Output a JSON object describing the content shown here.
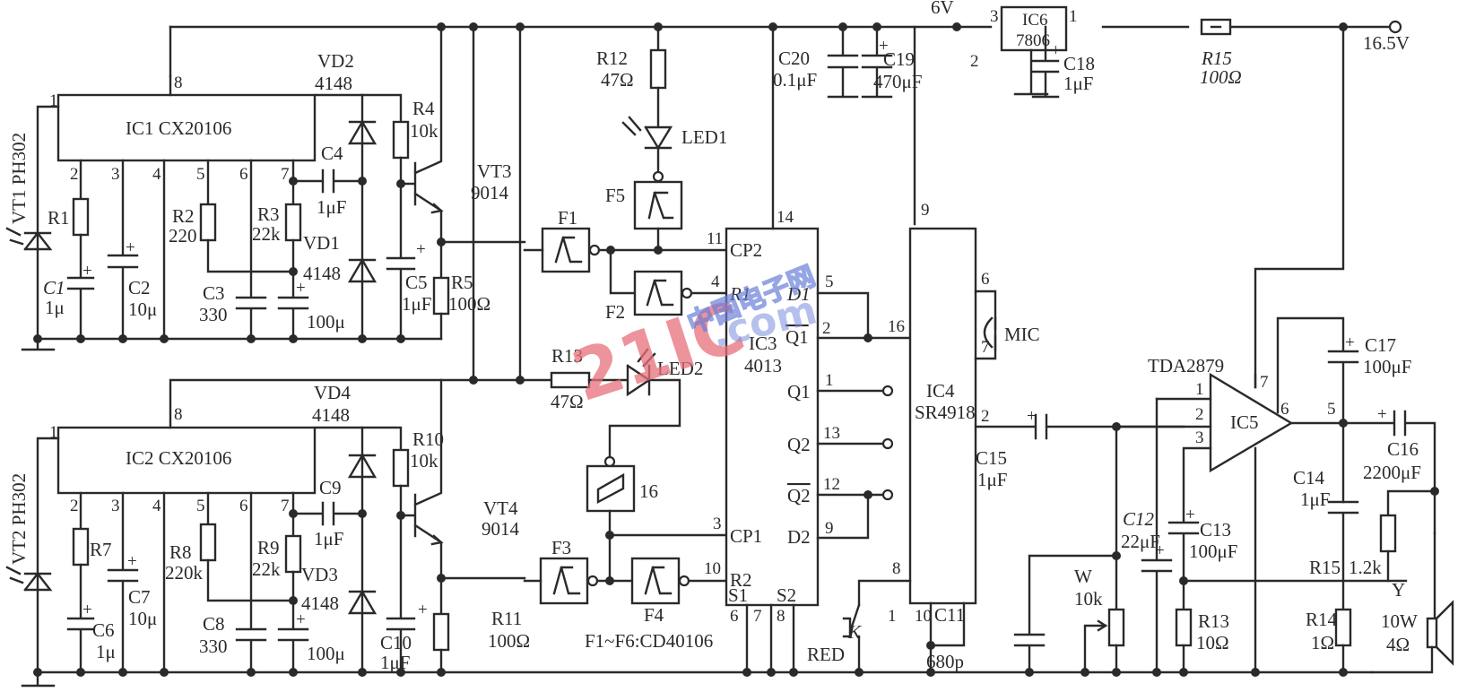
{
  "power": {
    "rail_6v": "6V",
    "input_voltage": "16.5V"
  },
  "ic1": {
    "name": "IC1 CX20106",
    "pins": [
      "1",
      "2",
      "3",
      "4",
      "5",
      "6",
      "7",
      "8"
    ]
  },
  "ic2": {
    "name": "IC2 CX20106",
    "pins": [
      "1",
      "2",
      "3",
      "4",
      "5",
      "6",
      "7",
      "8"
    ]
  },
  "ic3": {
    "name": "IC3",
    "part": "4013",
    "pins": {
      "p14": "14",
      "p11": "11",
      "p4": "4",
      "p5": "5",
      "p2": "2",
      "p1": "1",
      "p13": "13",
      "p12": "12",
      "p9": "9",
      "p3": "3",
      "p10": "10",
      "p6": "6",
      "p7": "7",
      "p8": "8"
    },
    "labels": {
      "cp2": "CP2",
      "r1": "R1",
      "d1": "D1",
      "q1bar": "Q1",
      "q1": "Q1",
      "q2": "Q2",
      "q2bar": "Q2",
      "d2": "D2",
      "cp1": "CP1",
      "r2": "R2",
      "s1": "S1",
      "s2": "S2"
    }
  },
  "ic4": {
    "name": "IC4",
    "part": "SR4918",
    "pins": {
      "p9": "9",
      "p6": "6",
      "p7": "7",
      "p16": "16",
      "p2": "2",
      "p8": "8",
      "p1": "1",
      "p10": "10"
    }
  },
  "ic5": {
    "name": "IC5",
    "part": "TDA2879",
    "pins": {
      "p1": "1",
      "p2": "2",
      "p3": "3",
      "p7": "7",
      "p6": "6",
      "p5": "5"
    }
  },
  "ic6": {
    "name": "IC6",
    "part": "7806",
    "pins": {
      "p3": "3",
      "p1": "1",
      "p2": "2"
    }
  },
  "components": {
    "vt1": "VT1 PH302",
    "vt2": "VT2 PH302",
    "r1": "R1",
    "c1": "C1",
    "c1v": "1μ",
    "c2": "C2",
    "c2v": "10μ",
    "r2": "R2",
    "r2v": "220",
    "c3": "C3",
    "c3v": "330",
    "r3": "R3",
    "r3v": "22k",
    "c_100u_a": "100μ",
    "c4": "C4",
    "c4v": "1μF",
    "vd1": "VD1",
    "vd1v": "4148",
    "vd2": "VD2",
    "vd2v": "4148",
    "r4": "R4",
    "r4v": "10k",
    "vt3": "VT3",
    "vt3v": "9014",
    "c5": "C5",
    "c5v": "1μF",
    "r5": "R5",
    "r5v": "100Ω",
    "r7": "R7",
    "c6": "C6",
    "c6v": "1μ",
    "c7": "C7",
    "c7v": "10μ",
    "r8": "R8",
    "r8v": "220k",
    "c8": "C8",
    "c8v": "330",
    "r9": "R9",
    "r9v": "22k",
    "c_100u_b": "100μ",
    "c9": "C9",
    "c9v": "1μF",
    "vd3": "VD3",
    "vd3v": "4148",
    "vd4": "VD4",
    "vd4v": "4148",
    "r10": "R10",
    "r10v": "10k",
    "vt4": "VT4",
    "vt4v": "9014",
    "c10": "C10",
    "c10v": "1μF",
    "r11": "R11",
    "r11v": "100Ω",
    "r12": "R12",
    "r12v": "47Ω",
    "led1": "LED1",
    "r13": "R13",
    "r13v": "47Ω",
    "led2": "LED2",
    "f1": "F1",
    "f2": "F2",
    "f3": "F3",
    "f4": "F4",
    "f5": "F5",
    "f6": "16",
    "gates_note": "F1~F6:CD40106",
    "c20": "C20",
    "c20v": "0.1μF",
    "c19": "C19",
    "c19v": "470μF",
    "c18": "C18",
    "c18v": "1μF",
    "r15_top": "R15",
    "r15_top_v": "100Ω",
    "mic": "MIC",
    "k": "K",
    "red": "RED",
    "c11": "C11",
    "c11v": "680p",
    "w": "W",
    "wv": "10k",
    "c12": "C12",
    "c12v": "22μF",
    "c15": "C15",
    "c15v": "1μF",
    "c13": "C13",
    "c13v": "100μF",
    "r13b": "R13",
    "r13bv": "10Ω",
    "c17": "C17",
    "c17v": "100μF",
    "c16": "C16",
    "c16v": "2200μF",
    "c14": "C14",
    "c14v": "1μF",
    "r15b": "R15",
    "r15bv": "1.2k",
    "r14": "R14",
    "r14v": "1Ω",
    "y": "Y",
    "yp": "10W",
    "yi": "4Ω"
  },
  "watermark": {
    "red": "21IC",
    "blue_cn": "中国电子网",
    "blue_com": ".com"
  },
  "colors": {
    "ink": "#2a2a2a",
    "watermark_red": "#e8707a",
    "watermark_blue": "#6b7fd8"
  }
}
